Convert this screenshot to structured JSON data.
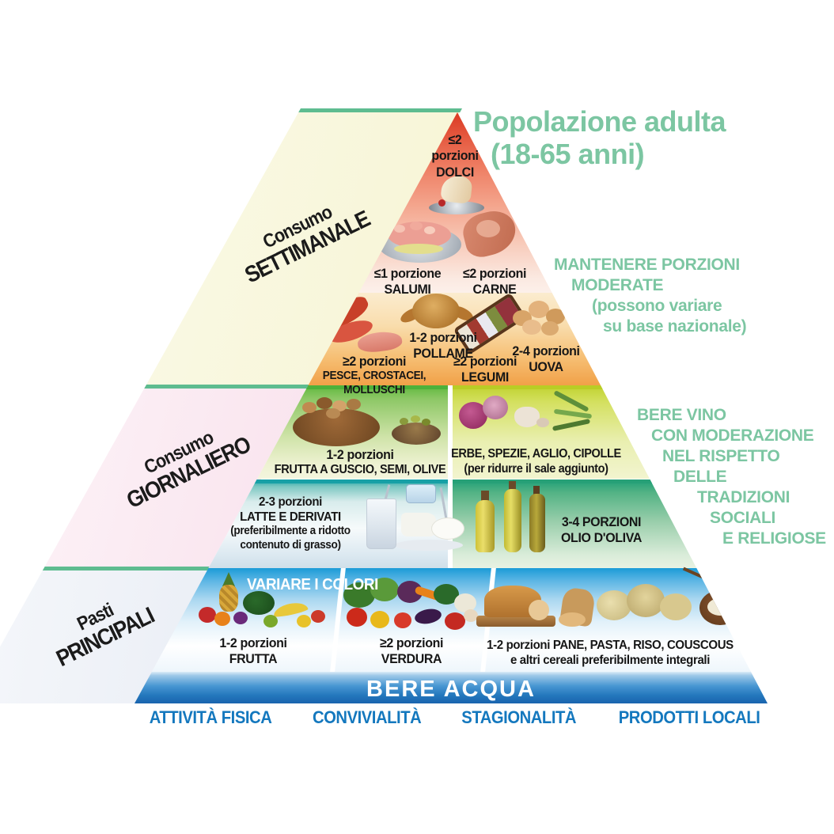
{
  "title": {
    "line1": "Popolazione adulta",
    "line2": "(18-65 anni)"
  },
  "side_labels": [
    {
      "small": "Consumo",
      "big": "SETTIMANALE"
    },
    {
      "small": "Consumo",
      "big": "GIORNALIERO"
    },
    {
      "small": "Pasti",
      "big": "PRINCIPALI"
    }
  ],
  "annotations": {
    "portions": [
      "MANTENERE PORZIONI",
      "MODERATE",
      "(possono variare",
      "su base nazionale)"
    ],
    "wine": [
      "BERE VINO",
      "CON MODERAZIONE",
      "NEL RISPETTO",
      "DELLE",
      "TRADIZIONI",
      "SOCIALI",
      "E RELIGIOSE"
    ]
  },
  "pyramid": {
    "cells": {
      "dolci": {
        "qty": "≤2",
        "unit": "porzioni",
        "name": "DOLCI"
      },
      "salumi": {
        "qty": "≤1 porzione",
        "name": "SALUMI"
      },
      "carne": {
        "qty": "≤2 porzioni",
        "name": "CARNE"
      },
      "pollame": {
        "qty": "1-2 porzioni",
        "name": "POLLAME"
      },
      "pesce": {
        "qty": "≥2 porzioni",
        "name": "PESCE, CROSTACEI, MOLLUSCHI"
      },
      "legumi": {
        "qty": "≥2 porzioni",
        "name": "LEGUMI"
      },
      "uova": {
        "qty": "2-4 porzioni",
        "name": "UOVA"
      },
      "frutta_guscio": {
        "qty": "1-2 porzioni",
        "name": "FRUTTA A GUSCIO, SEMI, OLIVE"
      },
      "erbe": {
        "name": "ERBE, SPEZIE, AGLIO, CIPOLLE",
        "note": "(per ridurre il sale aggiunto)"
      },
      "latte": {
        "qty": "2-3 porzioni",
        "name": "LATTE E DERIVATI",
        "note1": "(preferibilmente a ridotto",
        "note2": "contenuto di grasso)"
      },
      "olio": {
        "qty": "3-4 PORZIONI",
        "name": "OLIO D'OLIVA"
      },
      "frutta": {
        "qty": "1-2 porzioni",
        "name": "FRUTTA"
      },
      "verdura": {
        "qty": "≥2 porzioni",
        "name": "VERDURA"
      },
      "cereali": {
        "line1": "1-2 porzioni PANE, PASTA, RISO, COUSCOUS",
        "line2": "e altri cereali preferibilmente integrali"
      }
    },
    "variare": "VARIARE I COLORI",
    "water": "BERE ACQUA"
  },
  "footer": [
    "ATTIVITÀ FISICA",
    "CONVIVIALITÀ",
    "STAGIONALITÀ",
    "PRODOTTI LOCALI"
  ],
  "images": {
    "dolci": "cake-plate-photo",
    "salumi": "salami-plate-photo",
    "carne": "steak-photo",
    "pesce": "lobster-fish-photo",
    "pollame": "roast-chicken-photo",
    "legumi": "legume-tray-photo",
    "uova": "eggs-photo",
    "frutta_guscio": "nut-bowl-photo",
    "olive": "olive-bowl-photo",
    "erbe": "onion-garlic-herbs-photo",
    "latte": "milk-cheese-photo",
    "olio": "olive-oil-bottles-photo",
    "frutta": "fruit-heap-photo",
    "verdura": "vegetable-heap-photo",
    "cereali": "bread-pasta-rice-photo"
  },
  "colors": {
    "green_text": "#7cc6a2",
    "blue_text": "#1478be",
    "teal_line": "#5ebc90",
    "pyramid_red": "#da3a23",
    "pyramid_orange": "#f1a148",
    "water_blue": "#1a64ae",
    "weekly_bg": "#f7f5d4",
    "daily_bg": "#f7dce9",
    "meals_bg": "#e2e8f2"
  }
}
